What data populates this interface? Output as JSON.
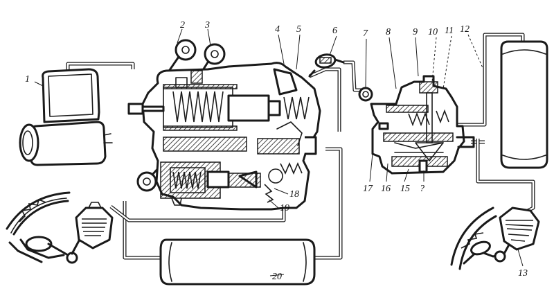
{
  "diagram": {
    "labels": [
      "1",
      "2",
      "3",
      "4",
      "5",
      "6",
      "7",
      "8",
      "9",
      "10",
      "11",
      "12",
      "13",
      "15",
      "16",
      "17",
      "18",
      "19",
      "20"
    ],
    "illegible_label_near_part_15": "?"
  }
}
